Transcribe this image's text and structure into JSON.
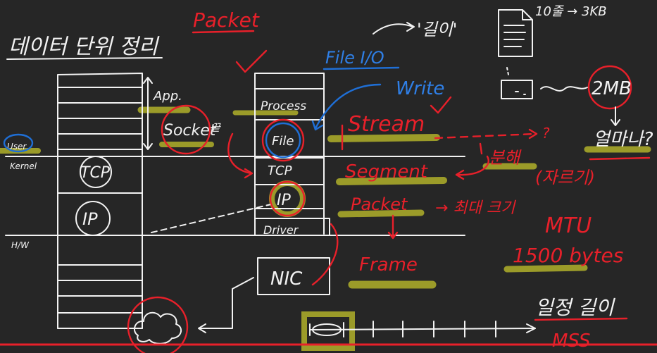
{
  "title": "데이터 단위 정리",
  "header_packet": "Packet",
  "length_label": "'길이'",
  "doc_size": "10줄 → 3KB",
  "mb_label": "2MB",
  "how_much": "얼마나?",
  "file_io": "File I/O",
  "write": "Write",
  "app": "App.",
  "socket": "Socket",
  "socket_suffix": "끝",
  "user": "User",
  "kernel": "Kernel",
  "hw": "H/W",
  "tcp": "TCP",
  "ip": "IP",
  "process": "Process",
  "file": "File",
  "tcp_mid": "TCP",
  "ip_mid": "IP",
  "driver": "Driver",
  "nic": "NIC",
  "stream": "Stream",
  "segment": "Segment",
  "split": "분해",
  "cut": "(자르기)",
  "packet_red": "Packet",
  "max_size": "→ 최대 크기",
  "frame": "Frame",
  "mtu": "MTU",
  "mtu_size": "1500 bytes",
  "fixed_length": "일정 길이",
  "mss": "MSS",
  "colors": {
    "background": "#262626",
    "chalk": "#f2f2f2",
    "red": "#e8202a",
    "blue": "#1f6fd6",
    "highlight": "#a8a82a"
  }
}
